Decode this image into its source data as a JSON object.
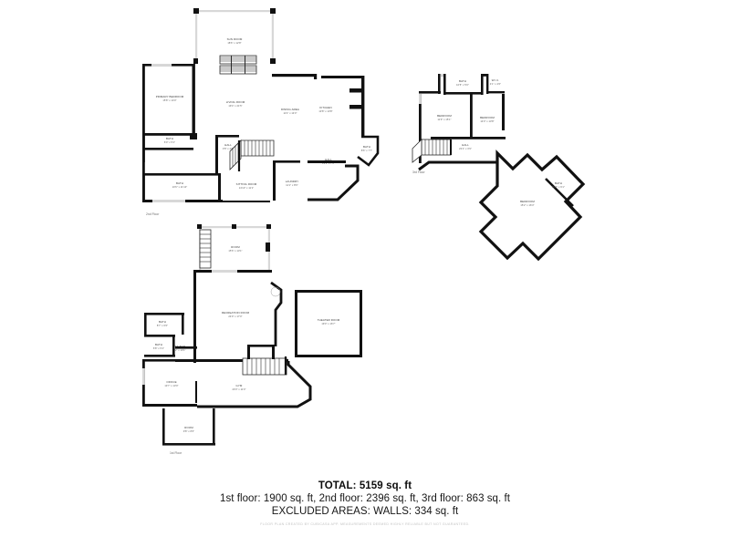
{
  "document": {
    "type": "real-estate-floor-plan",
    "background_color": "#ffffff",
    "wall_color": "#111111",
    "label_color": "#3a3a3a"
  },
  "summary": {
    "total_line": "TOTAL: 5159 sq. ft",
    "breakdown_line": "1st floor: 1900 sq. ft, 2nd floor: 2396 sq. ft, 3rd floor: 863 sq. ft",
    "excluded_line": "EXCLUDED AREAS: WALLS: 334 sq. ft",
    "disclaimer": "FLOOR PLAN CREATED BY CUBICASA APP. MEASUREMENTS DEEMED HIGHLY RELIABLE BUT NOT GUARANTEED."
  },
  "floors": [
    {
      "id": "second-floor",
      "tag": "2nd Floor",
      "rooms": [
        {
          "name": "SUN ROOM",
          "dim": "18'6\" x 12'8\""
        },
        {
          "name": "PRIMARY BEDROOM",
          "dim": "15'8\" x 14'0\""
        },
        {
          "name": "LIVING ROOM",
          "dim": "19'4\" x 21'5\""
        },
        {
          "name": "DINING AREA",
          "dim": "11'4\" x 14'0\""
        },
        {
          "name": "KITCHEN",
          "dim": "13'8\" x 13'8\""
        },
        {
          "name": "BATH",
          "dim": "6'0\" x 5'1\""
        },
        {
          "name": "BATH",
          "dim": "10'6\" x 11'10\""
        },
        {
          "name": "BATH",
          "dim": "8'6\" x 7'7\""
        },
        {
          "name": "HALL",
          "dim": "3'8\" x 4'6\""
        },
        {
          "name": "HALL",
          "dim": "10'8\" x 4'0\""
        },
        {
          "name": "SITTING ROOM",
          "dim": "14'10\" x 11'1\""
        },
        {
          "name": "LAUNDRY",
          "dim": "11'1\" x 8'6\""
        },
        {
          "name": "HALL",
          "dim": "13'1\" x 7'6\""
        },
        {
          "name": "ROOM",
          "dim": "10'1\" x 10'0\""
        }
      ]
    },
    {
      "id": "third-floor",
      "tag": "3rd Floor",
      "rooms": [
        {
          "name": "BEDROOM",
          "dim": "11'9\" x 15'1\""
        },
        {
          "name": "BEDROOM",
          "dim": "14'0\" x 13'8\""
        },
        {
          "name": "BEDROOM",
          "dim": "15'2\" x 16'3\""
        },
        {
          "name": "BATH",
          "dim": "10'5\" x 5'0\""
        },
        {
          "name": "BATH",
          "dim": "6'10\" x 9'1\""
        },
        {
          "name": "HALL",
          "dim": "23'1\" x 3'9\""
        },
        {
          "name": "W.I.C.",
          "dim": "4'1\" x 4'0\""
        }
      ]
    },
    {
      "id": "first-floor",
      "tag": "1st Floor",
      "rooms": [
        {
          "name": "ROOM",
          "dim": "15'6\" x 13'1\""
        },
        {
          "name": "RECREATION ROOM",
          "dim": "24'9\" x 17'0\""
        },
        {
          "name": "THEATER ROOM",
          "dim": "19'0\" x 16'7\""
        },
        {
          "name": "WET BAR",
          "dim": "16'2\" x 10'1\""
        },
        {
          "name": "BATH",
          "dim": "8'7\" x 6'0\""
        },
        {
          "name": "BATH",
          "dim": "6'8\" x 5'1\""
        },
        {
          "name": "OFFICE",
          "dim": "13'7\" x 13'0\""
        },
        {
          "name": "GYM",
          "dim": "20'3\" x 11'0\""
        },
        {
          "name": "ROOM",
          "dim": "9'8\" x 8'6\""
        }
      ]
    }
  ]
}
